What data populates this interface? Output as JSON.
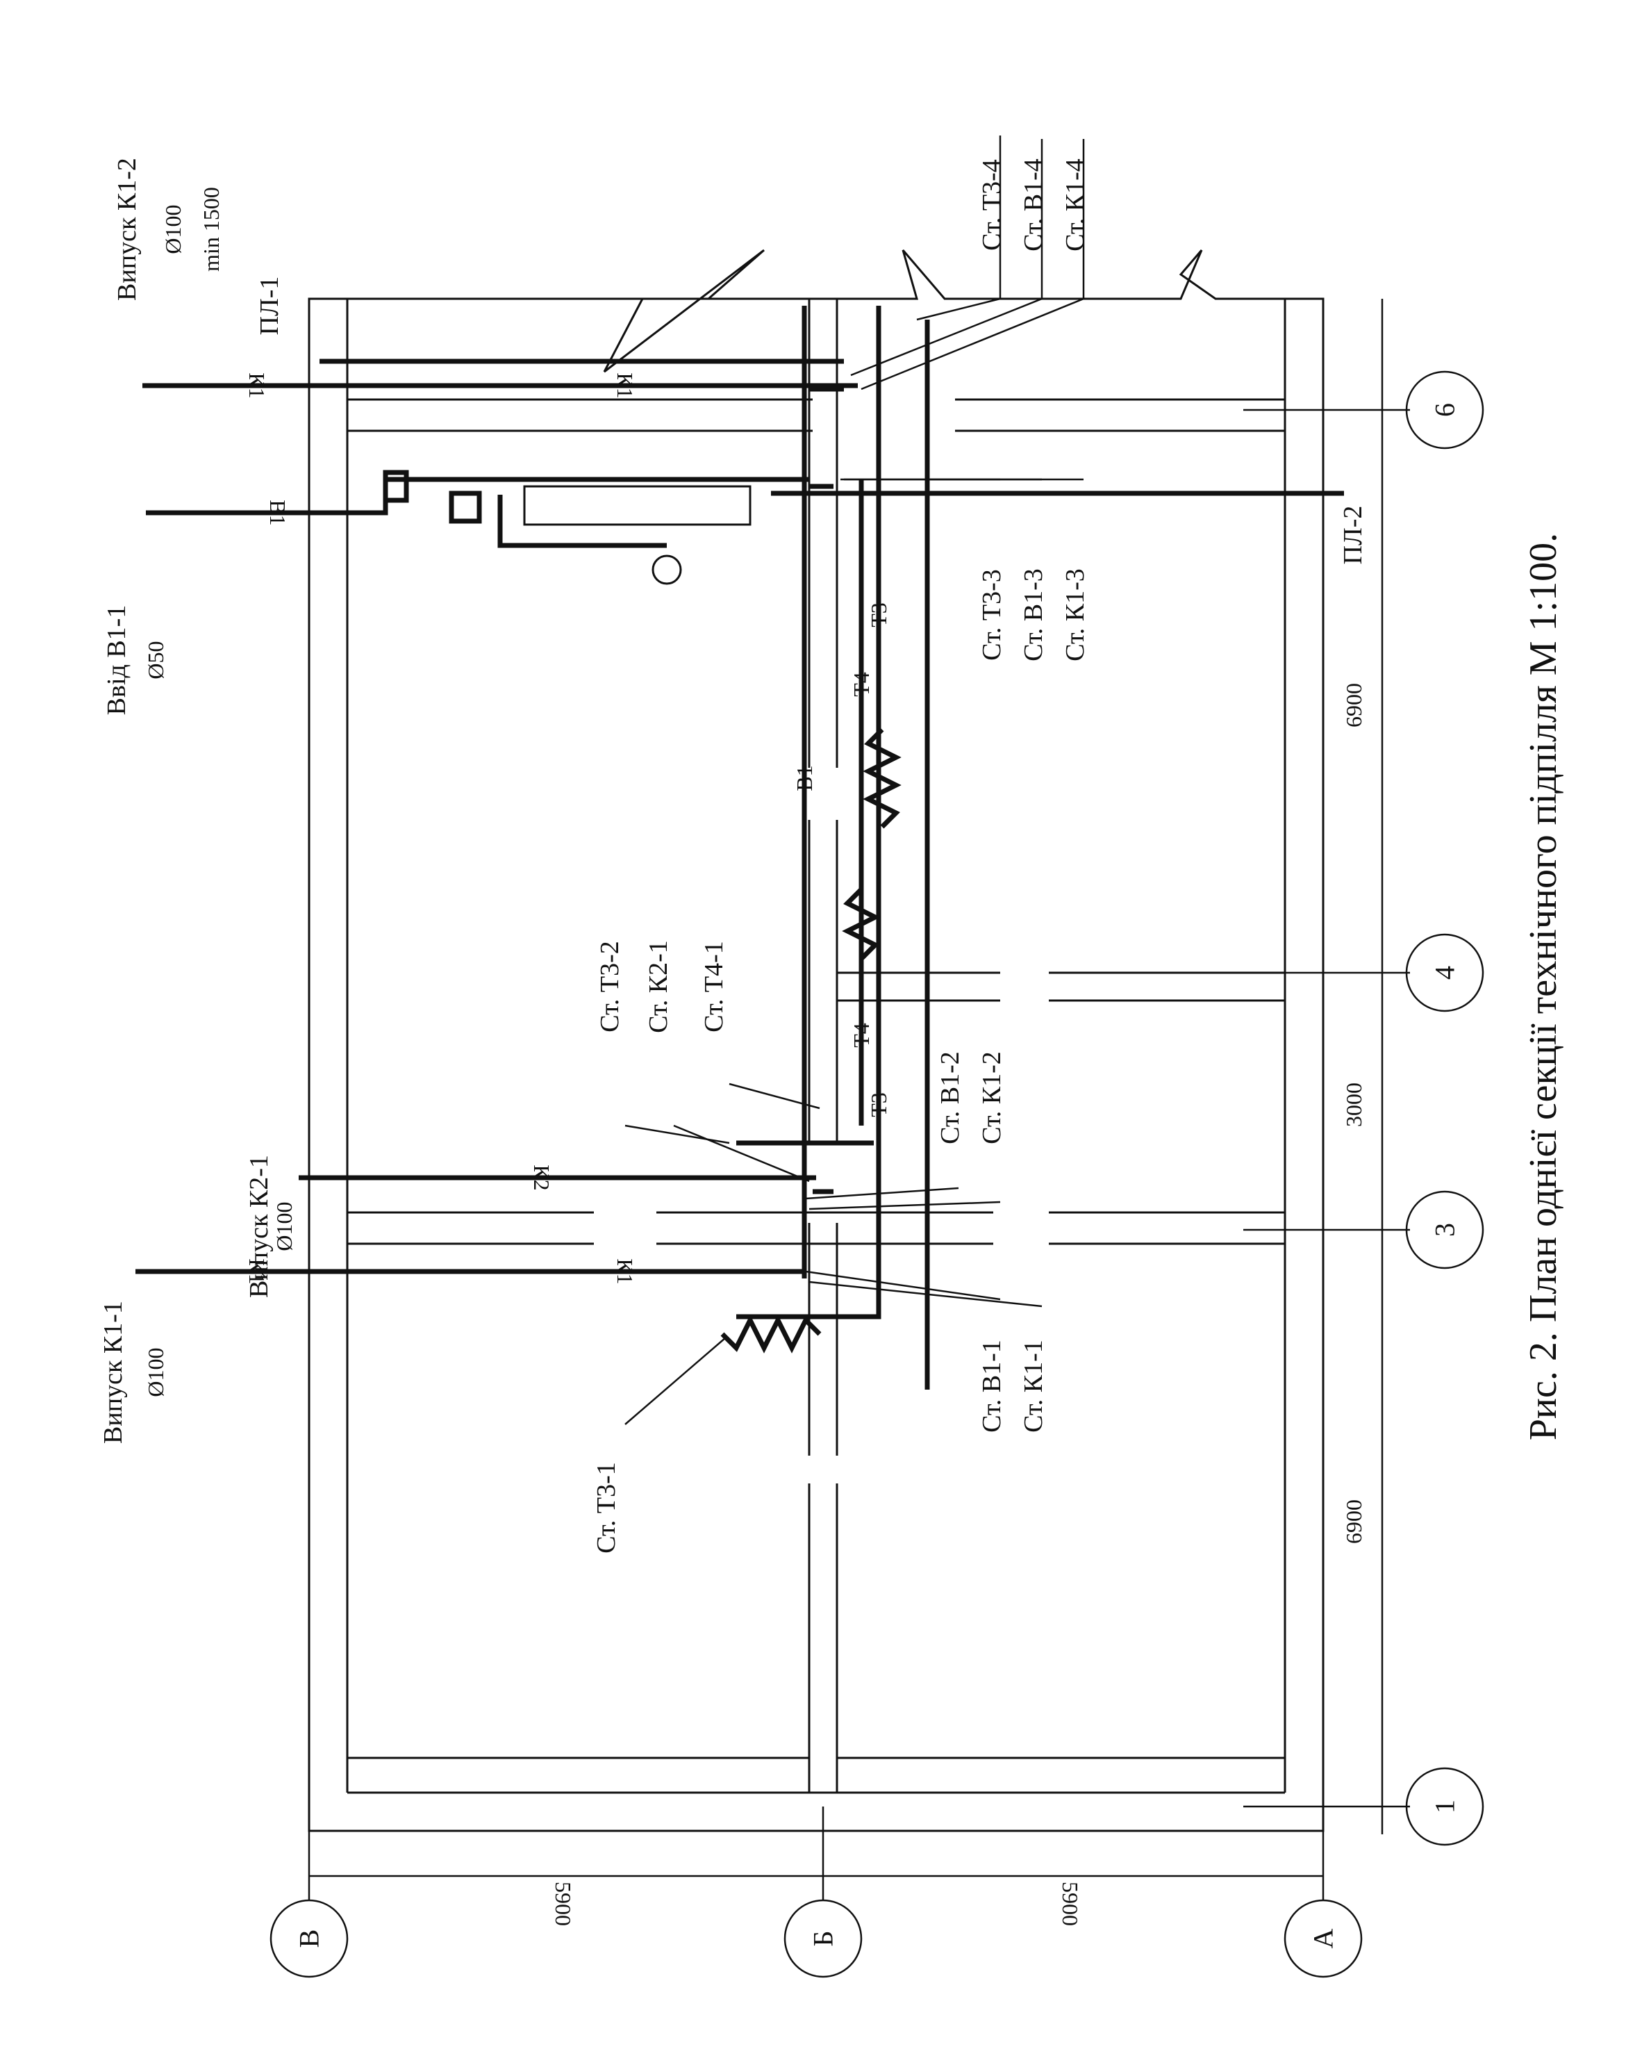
{
  "caption": "Рис. 2. План однієї секції технічного підпілля М 1:100.",
  "axes": {
    "rows": [
      "В",
      "Б",
      "А"
    ],
    "columns": [
      "1",
      "3",
      "4",
      "6"
    ]
  },
  "dimensions": {
    "rows_left": [
      "5900",
      "5900"
    ],
    "columns_bottom": [
      "6900",
      "3000",
      "6900"
    ]
  },
  "outlets": {
    "k1_1": {
      "title": "Випуск К1-1",
      "diameter": "Ø100"
    },
    "k2_1": {
      "title": "Випуск К2-1",
      "diameter": "Ø100"
    },
    "k1_2": {
      "title": "Випуск К1-2",
      "diameter": "Ø100",
      "depth": "min 1500"
    },
    "v1_1": {
      "title": "Ввід В1-1",
      "diameter": "Ø50"
    }
  },
  "risers": {
    "t3_1": "Ст. Т3-1",
    "t3_2": "Ст. Т3-2",
    "k2_1": "Ст. К2-1",
    "t4_1": "Ст. Т4-1",
    "v1_1": "Ст. В1-1",
    "k1_1": "Ст. К1-1",
    "v1_2": "Ст. В1-2",
    "k1_2": "Ст. К1-2",
    "t3_3": "Ст. Т3-3",
    "v1_3": "Ст. В1-3",
    "k1_3": "Ст. К1-3",
    "t3_4": "Ст. Т3-4",
    "v1_4": "Ст. В1-4",
    "k1_4": "Ст. К1-4"
  },
  "pipe_labels": {
    "k1": "К1",
    "k2": "К2",
    "v1": "В1",
    "t3": "Т3",
    "t4": "Т4"
  },
  "fittings": {
    "pl1": "ПЛ-1",
    "pl2": "ПЛ-2"
  }
}
